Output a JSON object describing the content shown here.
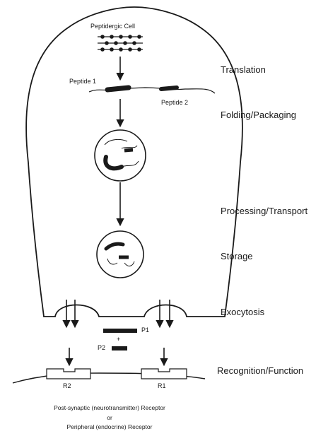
{
  "cell_label": "Peptidergic Cell",
  "stages": {
    "translation": "Translation",
    "folding": "Folding/Packaging",
    "processing": "Processing/Transport",
    "storage": "Storage",
    "exocytosis": "Exocytosis",
    "recognition": "Recognition/Function"
  },
  "peptides": {
    "peptide1": "Peptide 1",
    "peptide2": "Peptide 2",
    "p1": "P1",
    "p2": "P2",
    "plus": "+"
  },
  "receptors": {
    "r2": "R2",
    "r1": "R1"
  },
  "footer": {
    "line1": "Post-synaptic (neurotransmitter) Receptor",
    "line2": "or",
    "line3": "Peripheral (endocrine) Receptor"
  }
}
